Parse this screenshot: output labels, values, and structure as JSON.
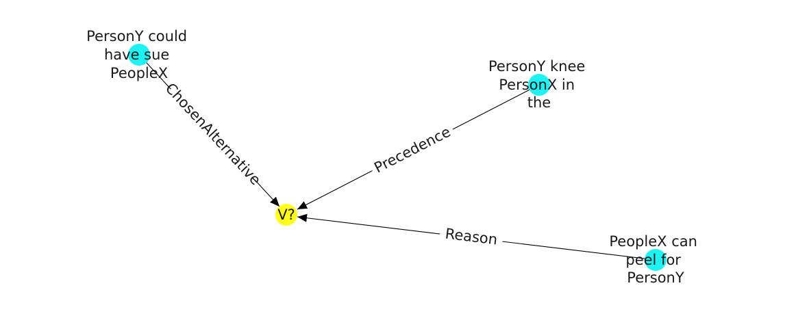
{
  "graph": {
    "center": {
      "label": "V?",
      "color": "#ffff1a"
    },
    "nodes": [
      {
        "id": "n1",
        "lines": [
          "PersonY could",
          "have sue",
          "PeopleX"
        ],
        "color": "#1ff2f2"
      },
      {
        "id": "n2",
        "lines": [
          "PersonY knee",
          "PersonX in",
          "the"
        ],
        "color": "#1ff2f2"
      },
      {
        "id": "n3",
        "lines": [
          "PeopleX can",
          "peel for",
          "PersonY"
        ],
        "color": "#1ff2f2"
      }
    ],
    "edges": [
      {
        "from": "n1",
        "to": "center",
        "label": "ChosenAlternative"
      },
      {
        "from": "n2",
        "to": "center",
        "label": "Precedence"
      },
      {
        "from": "n3",
        "to": "center",
        "label": "Reason"
      }
    ]
  }
}
